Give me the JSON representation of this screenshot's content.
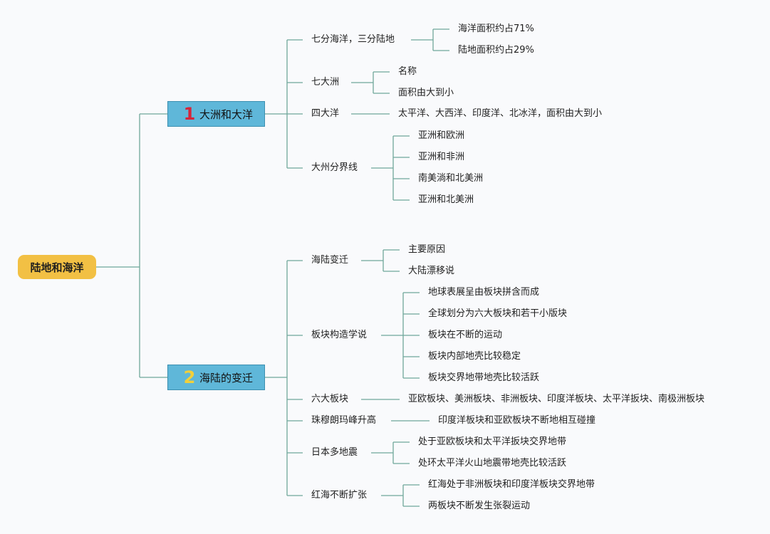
{
  "root": "陆地和海洋",
  "branches": [
    {
      "num": "1",
      "label": "大洲和大洋",
      "children": [
        {
          "label": "七分海洋，三分陆地",
          "children": [
            "海洋面积约占71%",
            "陆地面积约占29%"
          ]
        },
        {
          "label": "七大洲",
          "children": [
            "名称",
            "面积由大到小"
          ]
        },
        {
          "label": "四大洋",
          "children": [
            "太平洋、大西洋、印度洋、北冰洋，面积由大到小"
          ]
        },
        {
          "label": "大州分界线",
          "children": [
            "亚洲和欧洲",
            "亚洲和非洲",
            "南美淌和北美洲",
            "亚洲和北美洲"
          ]
        }
      ]
    },
    {
      "num": "2",
      "label": "海陆的变迁",
      "children": [
        {
          "label": "海陆变迁",
          "children": [
            "主要原因",
            "大陆漂移说"
          ]
        },
        {
          "label": "板块构造学说",
          "children": [
            "地球表展呈由板块拼含而成",
            "全球划分为六大板块和若干小版块",
            "板块在不断的运动",
            "板块内部地壳比较稳定",
            "板块交界地带地壳比较活跃"
          ]
        },
        {
          "label": "六大板块",
          "children": [
            "亚欧板块、美洲板块、非洲板块、印度洋板块、太平洋扳块、南极洲板块"
          ]
        },
        {
          "label": "珠穆朗玛峰升高",
          "children": [
            "印度洋板块和亚欧板块不断地相互碰撞"
          ]
        },
        {
          "label": "日本多地震",
          "children": [
            "处于亚欧板块和太平洋扳块交界地带",
            "处环太平洋火山地震带地壳比较活跃"
          ]
        },
        {
          "label": "红海不断扩张",
          "children": [
            "红海处于非洲板块和印度洋板块交界地带",
            "两板块不断发生张裂运动"
          ]
        }
      ]
    }
  ],
  "colors": {
    "root_fill": "#f2c044",
    "branch_fill": "#5fb7d9",
    "line": "#6fa79a"
  }
}
